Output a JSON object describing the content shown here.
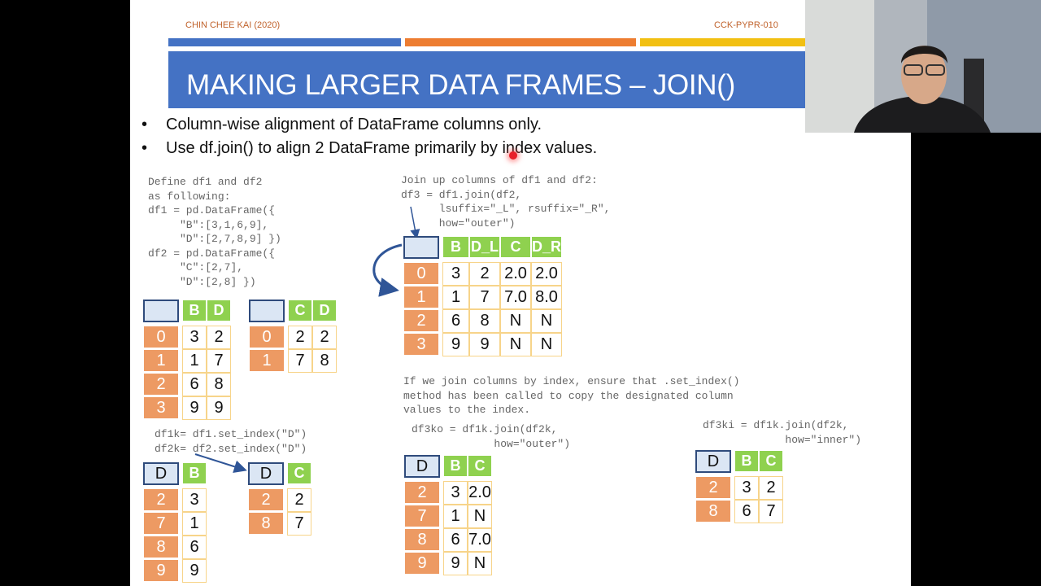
{
  "header": {
    "author": "CHIN CHEE KAI (2020)",
    "code": "CCK-PYPR-010"
  },
  "colors": {
    "bar1": "#4472c4",
    "bar2": "#ed7d31",
    "bar3": "#f2c012",
    "title_band": "#4472c4",
    "header_cell": "#8fd14f",
    "index_cell": "#ed9a63"
  },
  "title": "MAKING LARGER DATA FRAMES – JOIN()",
  "bullets": [
    "Column-wise alignment of DataFrame columns only.",
    "Use df.join() to align 2 DataFrame primarily by index values."
  ],
  "code": {
    "define": "Define df1 and df2\nas following:\ndf1 = pd.DataFrame({\n     \"B\":[3,1,6,9],\n     \"D\":[2,7,8,9] })\ndf2 = pd.DataFrame({\n     \"C\":[2,7],\n     \"D\":[2,8] })",
    "join": "Join up columns of df1 and df2:\ndf3 = df1.join(df2,\n      lsuffix=\"_L\", rsuffix=\"_R\",\n      how=\"outer\")",
    "note": "If we join columns by index, ensure that .set_index()\nmethod has been called to copy the designated column\nvalues to the index.",
    "setindex": "df1k= df1.set_index(\"D\")\ndf2k= df2.set_index(\"D\")",
    "df3ko": "df3ko = df1k.join(df2k,\n             how=\"outer\")",
    "df3ki": "df3ki = df1k.join(df2k,\n             how=\"inner\")"
  },
  "tables": {
    "df1": {
      "index_name": "",
      "columns": [
        "B",
        "D"
      ],
      "index": [
        "0",
        "1",
        "2",
        "3"
      ],
      "rows": [
        [
          "3",
          "2"
        ],
        [
          "1",
          "7"
        ],
        [
          "6",
          "8"
        ],
        [
          "9",
          "9"
        ]
      ]
    },
    "df2": {
      "index_name": "",
      "columns": [
        "C",
        "D"
      ],
      "index": [
        "0",
        "1"
      ],
      "rows": [
        [
          "2",
          "2"
        ],
        [
          "7",
          "8"
        ]
      ]
    },
    "df3": {
      "index_name": "",
      "columns": [
        "B",
        "D_L",
        "C",
        "D_R"
      ],
      "index": [
        "0",
        "1",
        "2",
        "3"
      ],
      "rows": [
        [
          "3",
          "2",
          "2.0",
          "2.0"
        ],
        [
          "1",
          "7",
          "7.0",
          "8.0"
        ],
        [
          "6",
          "8",
          "N",
          "N"
        ],
        [
          "9",
          "9",
          "N",
          "N"
        ]
      ]
    },
    "df1k": {
      "index_name": "D",
      "columns": [
        "B"
      ],
      "index": [
        "2",
        "7",
        "8",
        "9"
      ],
      "rows": [
        [
          "3"
        ],
        [
          "1"
        ],
        [
          "6"
        ],
        [
          "9"
        ]
      ]
    },
    "df2k": {
      "index_name": "D",
      "columns": [
        "C"
      ],
      "index": [
        "2",
        "8"
      ],
      "rows": [
        [
          "2"
        ],
        [
          "7"
        ]
      ]
    },
    "df3ko": {
      "index_name": "D",
      "columns": [
        "B",
        "C"
      ],
      "index": [
        "2",
        "7",
        "8",
        "9"
      ],
      "rows": [
        [
          "3",
          "2.0"
        ],
        [
          "1",
          "N"
        ],
        [
          "6",
          "7.0"
        ],
        [
          "9",
          "N"
        ]
      ]
    },
    "df3ki": {
      "index_name": "D",
      "columns": [
        "B",
        "C"
      ],
      "index": [
        "2",
        "8"
      ],
      "rows": [
        [
          "3",
          "2"
        ],
        [
          "6",
          "7"
        ]
      ]
    }
  }
}
